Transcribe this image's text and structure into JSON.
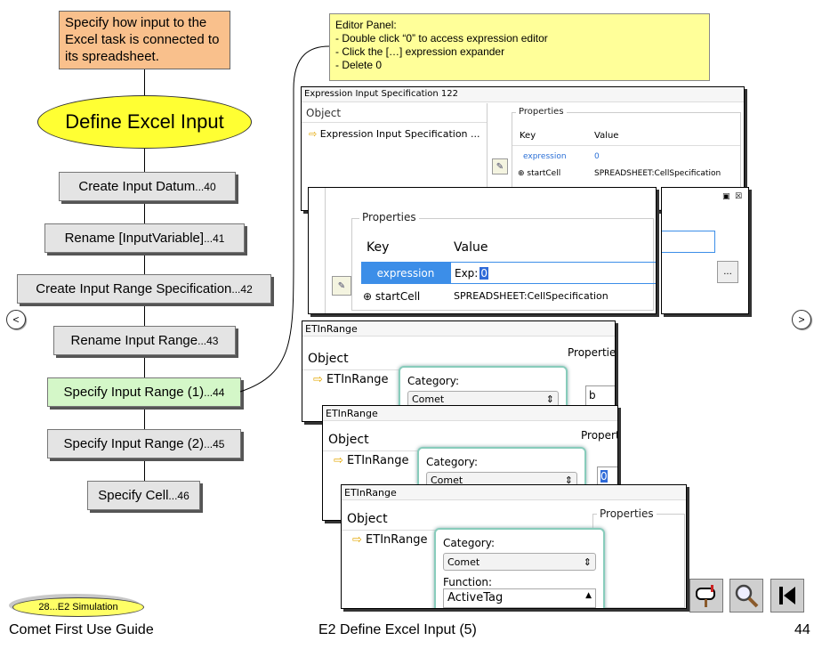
{
  "note_top": "Specify how input to the Excel task is connected to its spreadsheet.",
  "ellipse": "Define Excel Input",
  "steps": [
    {
      "label": "Create Input Datum",
      "num": "...40"
    },
    {
      "label": "Rename [InputVariable]",
      "num": "...41"
    },
    {
      "label": "Create Input Range Specification",
      "num": "...42"
    },
    {
      "label": "Rename Input Range",
      "num": "...43"
    },
    {
      "label": "Specify Input Range (1)",
      "num": "...44"
    },
    {
      "label": "Specify Input Range (2)",
      "num": "...45"
    },
    {
      "label": "Specify Cell",
      "num": "...46"
    }
  ],
  "nav": {
    "prev": "<",
    "next": ">"
  },
  "editor_note": {
    "title": "Editor Panel:",
    "lines": [
      "- Double click “0” to access expression editor",
      "- Click the […] expression expander",
      "- Delete 0"
    ]
  },
  "win1": {
    "title": "Expression Input Specification 122",
    "object_header": "Object",
    "object_item": "Expression Input Specification ...",
    "properties": "Properties",
    "key_header": "Key",
    "value_header": "Value",
    "rows": [
      {
        "key": "expression",
        "value": "0"
      },
      {
        "key": "startCell",
        "value": "SPREADSHEET:CellSpecification"
      }
    ]
  },
  "win2": {
    "properties": "Properties",
    "key_header": "Key",
    "value_header": "Value",
    "expr_key": "expression",
    "expr_prefix": "Exp:",
    "expr_value": "0",
    "expander": "...",
    "row2_key": "startCell",
    "row2_value": "SPREADSHEET:CellSpecification"
  },
  "et_windows": [
    {
      "title": "ETInRange",
      "object": "Object",
      "item": "ETInRange",
      "properties": "Properties",
      "category_label": "Category:",
      "category_value": "Comet",
      "field": "b"
    },
    {
      "title": "ETInRange",
      "object": "Object",
      "item": "ETInRange",
      "properties": "Properties",
      "category_label": "Category:",
      "category_value": "Comet",
      "field": "0"
    },
    {
      "title": "ETInRange",
      "object": "Object",
      "item": "ETInRange",
      "properties": "Properties",
      "category_label": "Category:",
      "category_value": "Comet",
      "function_label": "Function:",
      "function_value": "ActiveTag"
    }
  ],
  "footer": {
    "pill": "28...E2 Simulation",
    "left": "Comet First Use Guide",
    "center": "E2 Define Excel Input (5)",
    "page": "44"
  },
  "toolbar": [
    "mailbox-icon",
    "magnifier-icon",
    "first-page-icon"
  ]
}
